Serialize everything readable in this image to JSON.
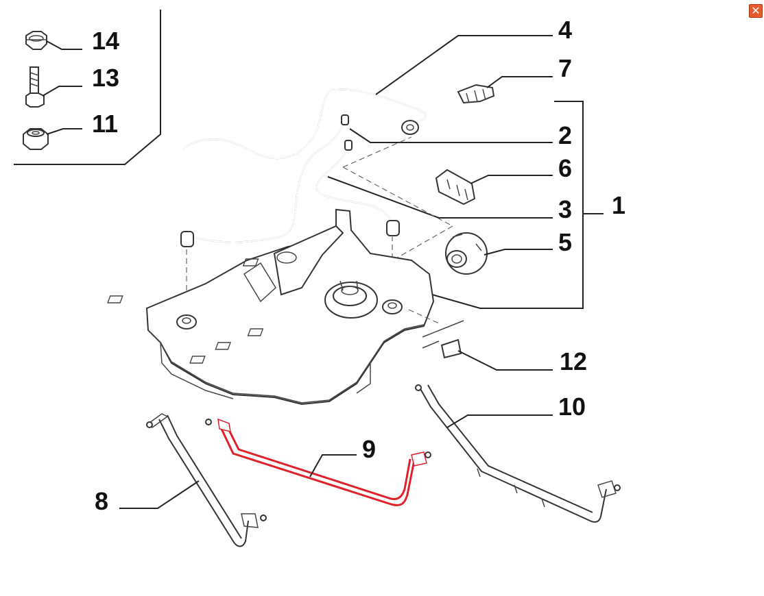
{
  "labels": {
    "p1": "1",
    "p2": "2",
    "p3": "3",
    "p4": "4",
    "p5": "5",
    "p6": "6",
    "p7": "7",
    "p8": "8",
    "p9": "9",
    "p10": "10",
    "p11": "11",
    "p12": "12",
    "p13": "13",
    "p14": "14"
  },
  "highlighted_part": "9",
  "colors": {
    "highlight": "#e0202a",
    "close_button": "#e85a2c",
    "line": "#333333"
  },
  "icons": {
    "close": "close-icon"
  },
  "close_glyph": "✕"
}
